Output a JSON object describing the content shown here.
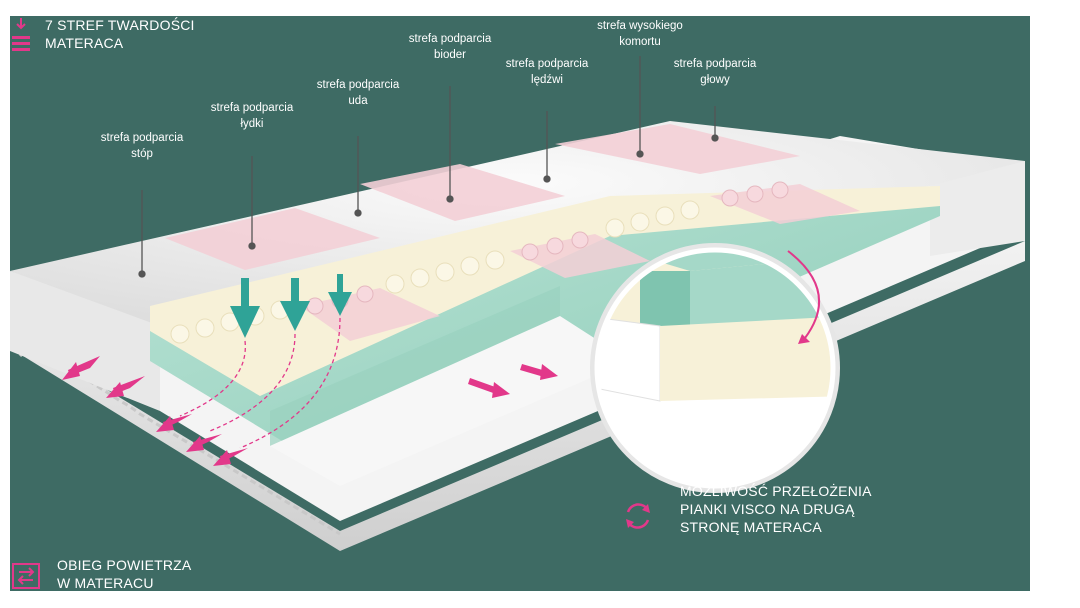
{
  "legend": {
    "zones_title": "7 STREF TWARDOŚCI\nMATERACA",
    "airflow_title": "OBIEG POWIETRZA\nW MATERACU",
    "reversible_title": "MOŻLIWOŚĆ PRZEŁOŻENIA\nPIANKI VISCO NA DRUGĄ\nSTRONĘ MATERACA"
  },
  "zones": [
    {
      "id": "stop",
      "label": "strefa podparcia\nstóp"
    },
    {
      "id": "lydki",
      "label": "strefa podparcia\nłydki"
    },
    {
      "id": "uda",
      "label": "strefa podparcia\nuda"
    },
    {
      "id": "bioder",
      "label": "strefa podparcia\nbioder"
    },
    {
      "id": "ledzwi",
      "label": "strefa podparcia\nlędźwi"
    },
    {
      "id": "komfort",
      "label": "strefa wysokiego\nkomortu"
    },
    {
      "id": "glowy",
      "label": "strefa podparcia\ngłowy"
    }
  ],
  "colors": {
    "background": "#3e6b64",
    "accent": "#e2388a",
    "teal_arrow": "#2fa397",
    "core_foam": "#a5d8c8",
    "zone_pink": "#f3cfd6",
    "visco": "#f7f1d8",
    "cover": "#efefef"
  },
  "icons": {
    "zones": "zones-icon",
    "airflow": "airflow-icon",
    "reversible": "reverse-icon"
  }
}
